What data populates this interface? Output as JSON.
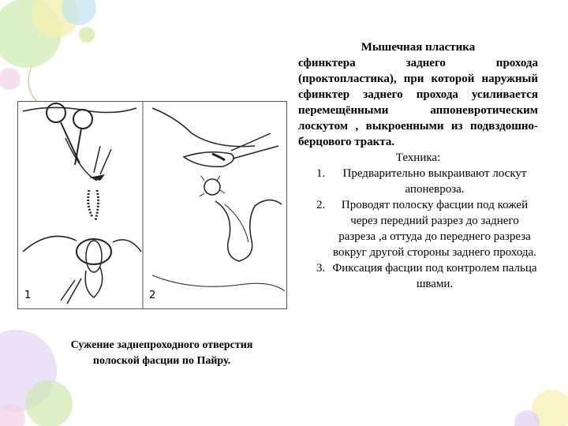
{
  "slide": {
    "title": "Мышечная пластика",
    "description": "сфинктера заднего прохода (проктопластика), при которой наружный сфинктер заднего прохода усиливается перемещёнными аппоневротическим лоскутом , выкроенными из подвздошно-берцового тракта.",
    "technique_heading": "Техника:",
    "steps": [
      "Предварительно выкраивают лоскут апоневроза.",
      "Проводят полоску фасции под кожей через передний разрез до заднего разреза ,а оттуда до переднего разреза вокруг другой стороны заднего прохода.",
      "Фиксация фасции под контролем пальца швами."
    ],
    "figure": {
      "panel_labels": [
        "1",
        "2"
      ],
      "caption": "Сужение заднепроходного отверстия полоской фасции по Пайру."
    }
  },
  "colors": {
    "background": "#ffffff",
    "text": "#000000",
    "decor_green": "#c9e8a8",
    "decor_yellow": "#f3f0b0",
    "decor_purple": "#d9c9f0",
    "decor_pink": "#f4d0e4"
  }
}
